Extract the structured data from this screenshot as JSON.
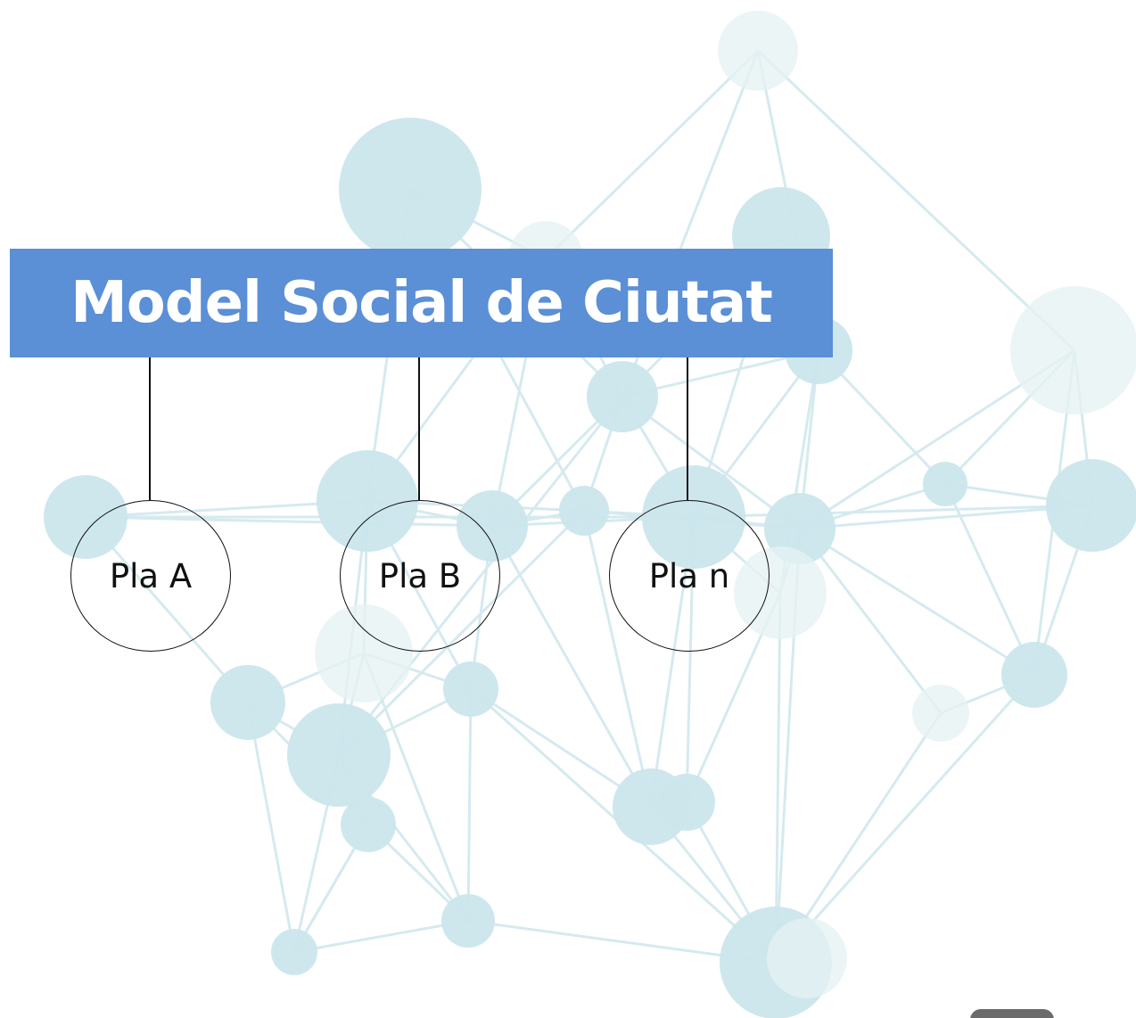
{
  "diagram": {
    "title": "Model Social de Ciutat",
    "nodes": [
      {
        "id": "pla-a",
        "label": "Pla A"
      },
      {
        "id": "pla-b",
        "label": "Pla B"
      },
      {
        "id": "pla-n",
        "label": "Pla n"
      }
    ]
  },
  "colors": {
    "banner": "#5b8fd6",
    "title_text": "#ffffff",
    "network_node": "#cbe6ec",
    "network_node_faded": "#e6f1f3",
    "network_edge": "#bfe0e7",
    "connector": "#111111"
  }
}
